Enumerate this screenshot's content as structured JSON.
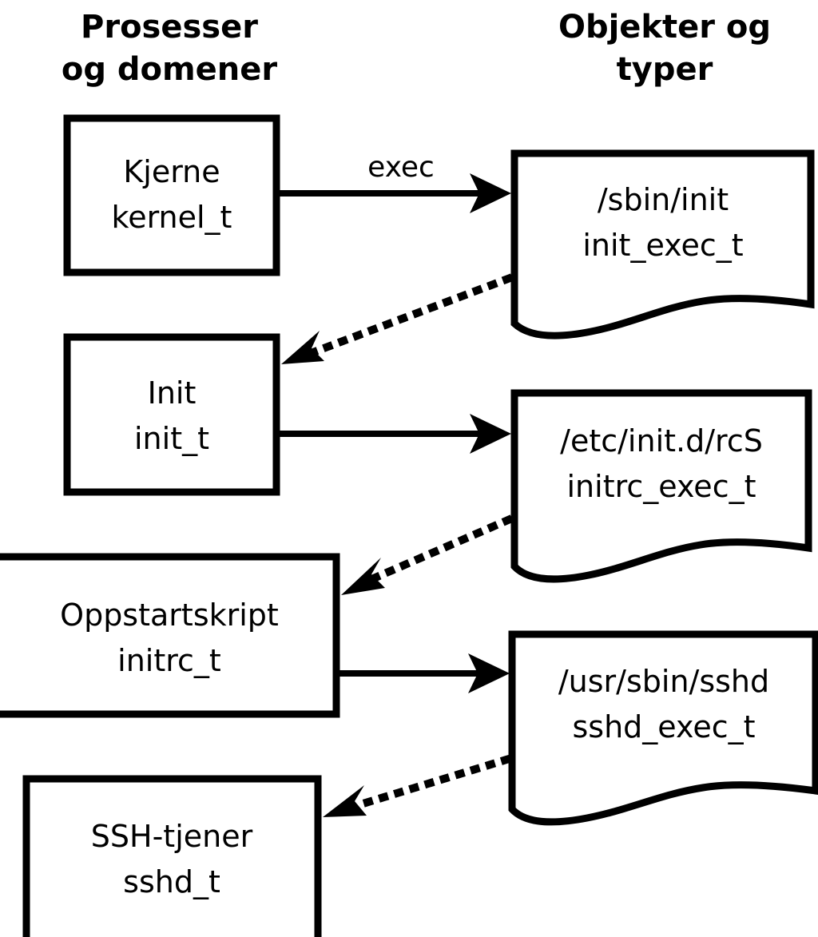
{
  "diagram": {
    "title_left": "Prosesser\nog domener",
    "columns": [
      {
        "id": "processes",
        "line1": "Prosesser",
        "line2": "og domener"
      },
      {
        "id": "objects",
        "line1": "Objekter og",
        "line2": "typer"
      }
    ],
    "process_nodes": [
      {
        "id": "kernel",
        "line1": "Kjerne",
        "line2": "kernel_t"
      },
      {
        "id": "init",
        "line1": "Init",
        "line2": "init_t"
      },
      {
        "id": "initrc",
        "line1": "Oppstartskript",
        "line2": "initrc_t"
      },
      {
        "id": "sshd",
        "line1": "SSH-tjener",
        "line2": "sshd_t"
      }
    ],
    "object_nodes": [
      {
        "id": "sbin-init",
        "line1": "/sbin/init",
        "line2": "init_exec_t"
      },
      {
        "id": "etc-initd-rcs",
        "line1": "/etc/init.d/rcS",
        "line2": "initrc_exec_t"
      },
      {
        "id": "usr-sbin-sshd",
        "line1": "/usr/sbin/sshd",
        "line2": "sshd_exec_t"
      }
    ],
    "edges": [
      {
        "id": "kernel-execs-sbin-init",
        "label": "exec",
        "style": "solid",
        "from": "kernel",
        "to": "sbin-init"
      },
      {
        "id": "sbin-init-transition-init",
        "label": "",
        "style": "dotted",
        "from": "sbin-init",
        "to": "init"
      },
      {
        "id": "init-execs-rcs",
        "label": "",
        "style": "solid",
        "from": "init",
        "to": "etc-initd-rcs"
      },
      {
        "id": "rcs-transition-initrc",
        "label": "",
        "style": "dotted",
        "from": "etc-initd-rcs",
        "to": "initrc"
      },
      {
        "id": "initrc-execs-sshd",
        "label": "",
        "style": "solid",
        "from": "initrc",
        "to": "usr-sbin-sshd"
      },
      {
        "id": "sshd-exec-transition-sshd",
        "label": "",
        "style": "dotted",
        "from": "usr-sbin-sshd",
        "to": "sshd"
      }
    ],
    "colors": {
      "stroke": "#000000",
      "fill": "#ffffff",
      "text": "#000000"
    }
  }
}
